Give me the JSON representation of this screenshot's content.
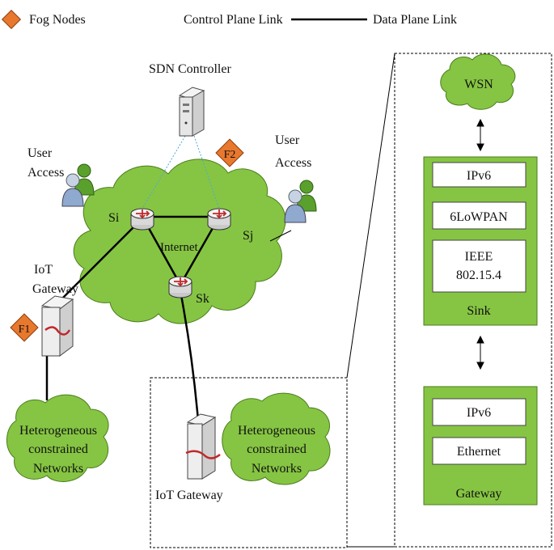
{
  "legend": {
    "fog_nodes": "Fog Nodes",
    "control_plane": "Control Plane Link",
    "data_plane": "Data  Plane Link"
  },
  "sdn_controller": "SDN Controller",
  "fog_nodes": {
    "f1": "F1",
    "f2": "F2"
  },
  "user_access": {
    "line1": "User",
    "line2": "Access"
  },
  "switches": {
    "si": "Si",
    "sj": "Sj",
    "sk": "Sk"
  },
  "internet": "Internet",
  "iot_gateway_left": {
    "line1": "IoT",
    "line2": "Gateway"
  },
  "iot_gateway_bottom": "IoT Gateway",
  "hetero_networks": {
    "line1": "Heterogeneous",
    "line2": "constrained",
    "line3": "Networks"
  },
  "stack": {
    "wsn": "WSN",
    "sink": {
      "layer1": "IPv6",
      "layer2": "6LoWPAN",
      "layer3_line1": "IEEE",
      "layer3_line2": "802.15.4",
      "label": "Sink"
    },
    "gateway": {
      "layer1": "IPv6",
      "layer2": "Ethernet",
      "label": "Gateway"
    }
  },
  "colors": {
    "cloud_fill": "#86c543",
    "stack_fill": "#86c543",
    "fog_fill": "#e8782d",
    "control_link": "#4aa8d8"
  }
}
